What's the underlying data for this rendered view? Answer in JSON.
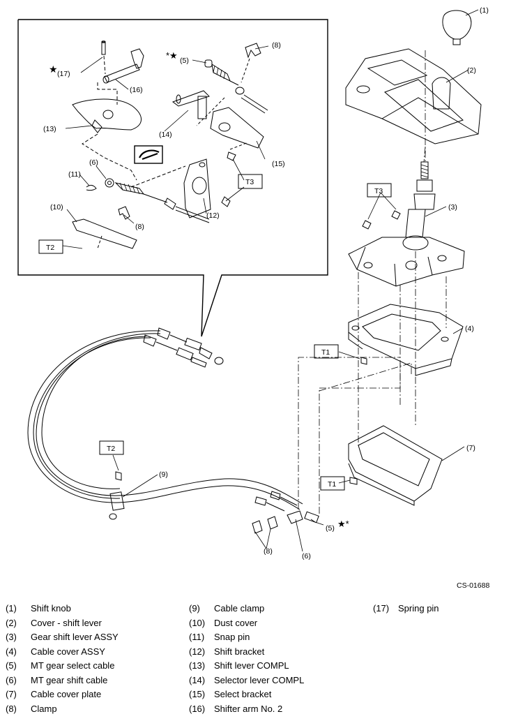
{
  "diagram": {
    "callouts": {
      "c1": "(1)",
      "c2": "(2)",
      "c3": "(3)",
      "c4": "(4)",
      "c5a": "(5)",
      "c5b": "(5)",
      "c6a": "(6)",
      "c6b": "(6)",
      "c7": "(7)",
      "c8a": "(8)",
      "c8b": "(8)",
      "c8c": "(8)",
      "c9": "(9)",
      "c10": "(10)",
      "c11": "(11)",
      "c12": "(12)",
      "c13": "(13)",
      "c14": "(14)",
      "c15": "(15)",
      "c16": "(16)",
      "c17": "(17)"
    },
    "torque_labels": {
      "t1a": "T1",
      "t1b": "T1",
      "t2a": "T2",
      "t2b": "T2",
      "t3a": "T3",
      "t3b": "T3"
    },
    "marks": {
      "star": "★",
      "star_asterisk": "★*",
      "asterisk_star": "*★"
    },
    "figure_code": "CS-01688"
  },
  "legend": [
    {
      "num": "(1)",
      "name": "Shift knob"
    },
    {
      "num": "(2)",
      "name": "Cover - shift lever"
    },
    {
      "num": "(3)",
      "name": "Gear shift lever ASSY"
    },
    {
      "num": "(4)",
      "name": "Cable cover ASSY"
    },
    {
      "num": "(5)",
      "name": "MT gear select cable"
    },
    {
      "num": "(6)",
      "name": "MT gear shift cable"
    },
    {
      "num": "(7)",
      "name": "Cable cover plate"
    },
    {
      "num": "(8)",
      "name": "Clamp"
    },
    {
      "num": "(9)",
      "name": "Cable clamp"
    },
    {
      "num": "(10)",
      "name": "Dust cover"
    },
    {
      "num": "(11)",
      "name": "Snap pin"
    },
    {
      "num": "(12)",
      "name": "Shift bracket"
    },
    {
      "num": "(13)",
      "name": "Shift lever COMPL"
    },
    {
      "num": "(14)",
      "name": "Selector lever COMPL"
    },
    {
      "num": "(15)",
      "name": "Select bracket"
    },
    {
      "num": "(16)",
      "name": "Shifter arm No. 2"
    },
    {
      "num": "(17)",
      "name": "Spring pin"
    }
  ]
}
